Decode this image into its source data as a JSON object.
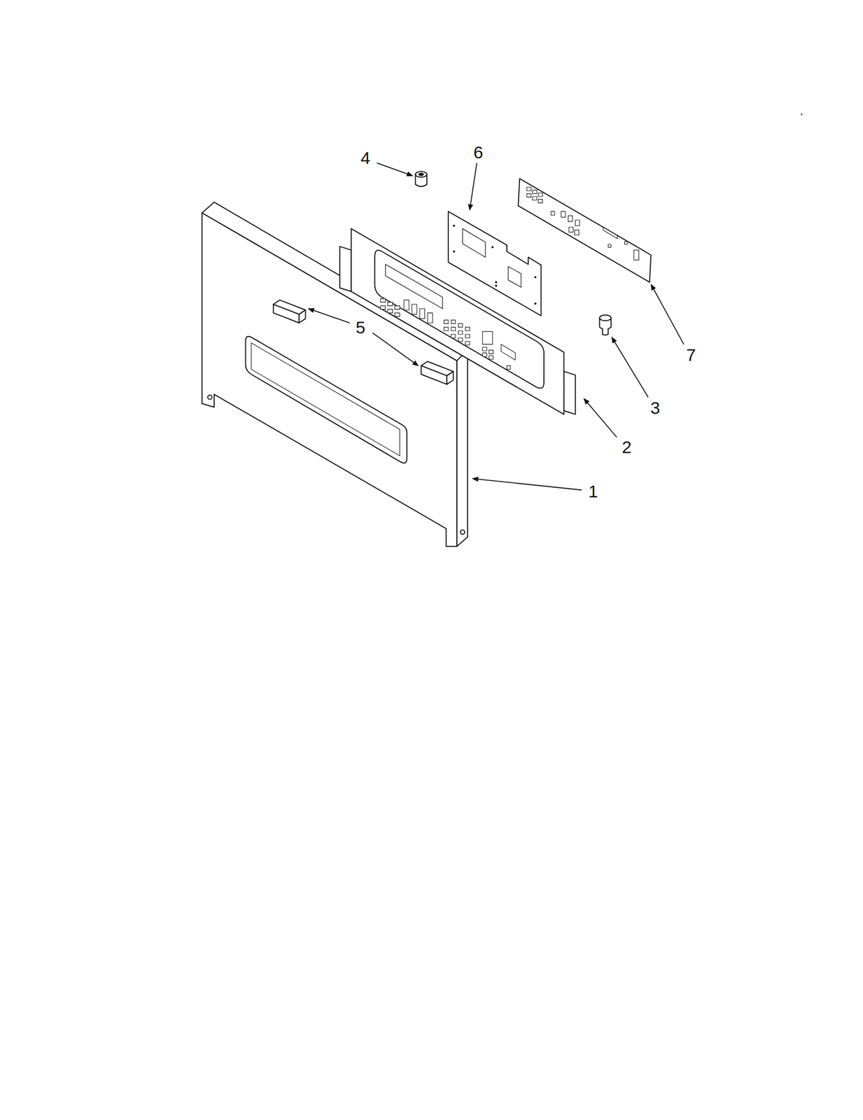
{
  "diagram": {
    "labels": [
      "6",
      "4",
      "5",
      "7",
      "3",
      "2",
      "1"
    ]
  }
}
